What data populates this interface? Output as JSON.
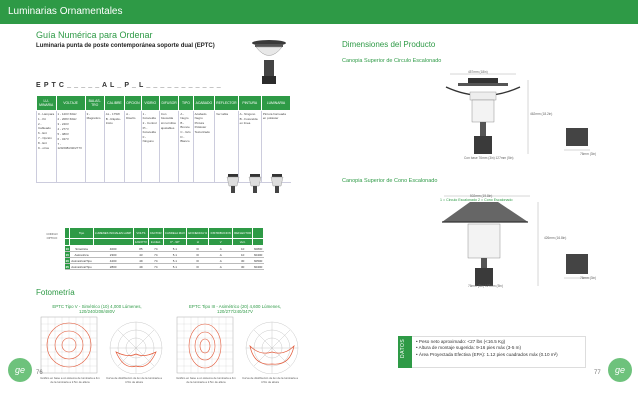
{
  "header": {
    "title": "Luminarias Ornamentales"
  },
  "left": {
    "heading": "Guía Numérica para Ordenar",
    "subheading": "Luminaria punta de poste contemporánea soporte dual (EPTC)",
    "code": "E P T C _ _ _ _ _ A L _ P _ L _ _ _ _ _ _ _ _ _ _ _",
    "columns": [
      "LU- MINARIA",
      "VOLTAJE",
      "BALAS- TRO",
      "CALIBRE",
      "OPCION",
      "VIDRIO",
      "DIFUSOR",
      "TIPO",
      "ACABADO",
      "REFLECTOR",
      "PINTURA",
      "LUMINARIA"
    ],
    "cells": [
      [
        "0 - Lámpara",
        "1 - Kit",
        "2 - Cableado",
        "6 - Ent",
        "7 - Opción",
        "8 - Ent",
        "9 - otros"
      ],
      [
        "1 - 120V 60Hz",
        "2 - 208V 60Hz",
        "3 - 240V",
        "4 - 277V",
        "5 - 480V",
        "6 - 347V",
        "7 - 120/208/240/277V"
      ],
      [
        "3 - Magnético"
      ],
      [
        "AL - 175W",
        "B - Rápido-Inicio"
      ],
      [
        "A - Diseño"
      ],
      [
        "1 - Fotocelda",
        "2 - Control",
        "Pt - Fotocelda",
        "0 - Ninguno"
      ],
      [
        "Con fotocelda",
        "sin tornillos",
        "ajustables"
      ],
      [
        "A - Negro",
        "B - Bronce",
        "C - Gris",
        "D - Blanco"
      ],
      [
        "Acabado Negro",
        "Pintura Poliéster",
        "Texturizado"
      ],
      [
        "Ver tabla"
      ],
      [
        "A - Ninguno",
        "B - Fotocelda en línea"
      ],
      [
        "Pintura horneada en poliéster"
      ]
    ],
    "lamp_legend": "1 = Circulo Escalonado   2 = Cono Escalonado"
  },
  "spec_table": {
    "side_label": "CODIGO OPTICO",
    "headers": [
      "",
      "Tipo",
      "LUMENES INICIALES LAMP",
      "VOLTS",
      "FACTOR",
      "CANDELA MAX",
      "EFICIENCIA %",
      "DISTRIBUCION",
      "REFLECTOR"
    ],
    "sub_headers": [
      "",
      "",
      "",
      "120/277V",
      "Ind./Ext.",
      "0° - 90°",
      "H",
      "V",
      "Vert."
    ],
    "rows": [
      {
        "code": "10",
        "cells": [
          "Simétrica",
          "4000",
          "85",
          "74",
          "5.1",
          "III",
          "A",
          "10",
          "60800"
        ]
      },
      {
        "code": "15",
        "cells": [
          "Asimétrica",
          "2300",
          "43",
          "74",
          "5.1",
          "III",
          "A",
          "10",
          "60400"
        ]
      },
      {
        "code": "20",
        "cells": [
          "Asimétrica/Tipo",
          "4200",
          "49",
          "74",
          "5.1",
          "III",
          "A",
          "30",
          "60500"
        ]
      },
      {
        "code": "25",
        "cells": [
          "Asimétrica/Tipo",
          "2800",
          "49",
          "74",
          "5.1",
          "III",
          "A",
          "30",
          "60400"
        ]
      }
    ]
  },
  "right": {
    "heading": "Dimensiones del Producto",
    "section1": "Canopia Superior de Circulo Escalonado",
    "section2": "Canopia Superior de Cono Escalonado",
    "dims1": [
      "457mm (18in)",
      "462mm (18.2in)",
      "Con base 76mm (3in) 127mm (5in)",
      "76mm (3in)"
    ],
    "dims2": [
      "502mm (19.8in)",
      "426mm (16.8in)",
      "76mm (3in) 127mm (5in)",
      "76mm (3in)"
    ]
  },
  "photometry": {
    "heading": "Fotometría",
    "plot1_title": "EPTC Tipo V - Simétrico (10) 4,000 Lúmenes, 120/240/208/480V",
    "plot2_title": "EPTC Tipo III - Asimétrico (20) 4,600 Lúmenes, 120/277/240/347V",
    "captions": [
      "Gráfico en base a un sistema de luminaria a 4m de la luminaria a 2.5m de altura",
      "Curva de distribución de lux de la luminaria a 4.5m de altura",
      "Gráfico en base a un sistema de luminaria a 4m de la luminaria a 2.5m de altura",
      "Curva de distribución de lux de la luminaria a 4.5m de altura"
    ]
  },
  "datos": {
    "label": "DATOS",
    "items": [
      "Peso neto aproximado: <27 lbs (<16.5 Kg)",
      "Altura de montaje sugerida: 9-16 pies máx (3-5 m)",
      "Área Proyectada Efectiva (EPA): 1.12 pies cuadrados máx (0.10 m²)"
    ]
  },
  "footer": {
    "page_left": "76",
    "page_right": "77",
    "logo_text": "ge"
  }
}
